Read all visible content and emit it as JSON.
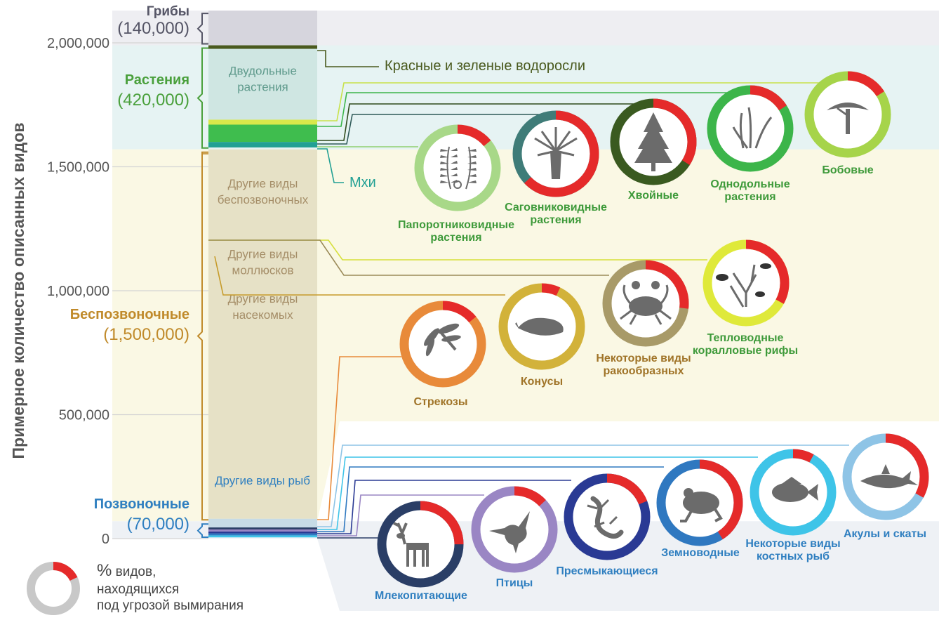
{
  "chart_data": {
    "type": "stacked-bar-with-donuts",
    "ylabel": "Примерное количество описанных видов",
    "ylim": [
      0,
      2160000
    ],
    "yticks": [
      {
        "value": 0,
        "label": "0"
      },
      {
        "value": 500000,
        "label": "500,000"
      },
      {
        "value": 1000000,
        "label": "1,000,000"
      },
      {
        "value": 1500000,
        "label": "1,500,000"
      },
      {
        "value": 2000000,
        "label": "2,000,000"
      }
    ],
    "groups": [
      {
        "id": "fungi",
        "name": "Грибы",
        "count_label": "(140,000)",
        "start": 1990000,
        "end": 2130000,
        "color": "#555566",
        "band_color": "#eeeef2"
      },
      {
        "id": "plants",
        "name": "Растения",
        "count_label": "(420,000)",
        "start": 1570000,
        "end": 1990000,
        "color": "#4aa03c",
        "band_color": "#e6f3f3"
      },
      {
        "id": "invertebrates",
        "name": "Беспозвоночные",
        "count_label": "(1,500,000)",
        "start": 70000,
        "end": 1570000,
        "color": "#c08a2a",
        "band_color": "#faf8e4"
      },
      {
        "id": "vertebrates",
        "name": "Позвоночные",
        "count_label": "(70,000)",
        "start": 0,
        "end": 70000,
        "color": "#2f7fc0",
        "band_color": "#eef1f5"
      }
    ],
    "segments": [
      {
        "label": "Двудольные растения",
        "start": 1690000,
        "end": 1990000,
        "color": "#cfe6e2",
        "text_color": "#5f9a8c"
      },
      {
        "label": "",
        "start": 1670000,
        "end": 1690000,
        "color": "#d9e84a",
        "text_color": ""
      },
      {
        "label": "",
        "start": 1600000,
        "end": 1670000,
        "color": "#3fbd4e",
        "text_color": ""
      },
      {
        "label": "",
        "start": 1578000,
        "end": 1600000,
        "color": "#22a094",
        "text_color": ""
      },
      {
        "label": "Другие виды беспозвоночных",
        "start": 1200000,
        "end": 1570000,
        "color": "#e6e1c6",
        "text_color": "#a58e68"
      },
      {
        "label": "Другие виды моллюсков",
        "start": 1000000,
        "end": 1200000,
        "color": "#e6e1c6",
        "text_color": "#a58e68"
      },
      {
        "label": "Другие виды насекомых",
        "start": 80000,
        "end": 1000000,
        "color": "#e6e1c6",
        "text_color": "#a58e68"
      },
      {
        "label": "Другие виды рыб",
        "start": 45000,
        "end": 80000,
        "color": "#c6dbe6",
        "text_color": "#2f7fc0"
      }
    ],
    "callouts": [
      {
        "label": "Красные и зеленые водоросли",
        "value": 1990000,
        "color": "#4a5a1e"
      },
      {
        "label": "Мхи",
        "value": 1578000,
        "color": "#22a094"
      }
    ],
    "items": [
      {
        "label": "Бобовые",
        "threatened_pct": 16,
        "ring_color": "#a6d44a",
        "icon": "tree-icon"
      },
      {
        "label": "Однодольные растения",
        "threatened_pct": 16,
        "ring_color": "#3cb54a",
        "icon": "grass-icon"
      },
      {
        "label": "Хвойные",
        "threatened_pct": 34,
        "ring_color": "#3a5a20",
        "icon": "conifer-icon"
      },
      {
        "label": "Саговниковидные растения",
        "threatened_pct": 63,
        "ring_color": "#3f7c78",
        "icon": "cycad-icon"
      },
      {
        "label": "Папоротниковидные растения",
        "threatened_pct": 14,
        "ring_color": "#a8d888",
        "icon": "fern-icon"
      },
      {
        "label": "Тепловодные коралловые рифы",
        "threatened_pct": 33,
        "ring_color": "#dfe93a",
        "icon": "coral-icon"
      },
      {
        "label": "Некоторые виды ракообразных",
        "threatened_pct": 27,
        "ring_color": "#a89a68",
        "icon": "crab-icon"
      },
      {
        "label": "Конусы",
        "threatened_pct": 7,
        "ring_color": "#d2b23a",
        "icon": "cone-shell-icon"
      },
      {
        "label": "Стрекозы",
        "threatened_pct": 14,
        "ring_color": "#e88a3a",
        "icon": "dragonfly-icon"
      },
      {
        "label": "Акулы и скаты",
        "threatened_pct": 33,
        "ring_color": "#8ec4e6",
        "icon": "shark-icon"
      },
      {
        "label": "Некоторые виды костных рыб",
        "threatened_pct": 8,
        "ring_color": "#3ec4e8",
        "icon": "fish-icon"
      },
      {
        "label": "Земноводные",
        "threatened_pct": 41,
        "ring_color": "#2f78c0",
        "icon": "frog-icon"
      },
      {
        "label": "Пресмыкающиеся",
        "threatened_pct": 19,
        "ring_color": "#2a3a94",
        "icon": "lizard-icon"
      },
      {
        "label": "Птицы",
        "threatened_pct": 13,
        "ring_color": "#9a86c4",
        "icon": "hummingbird-icon"
      },
      {
        "label": "Млекопитающие",
        "threatened_pct": 25,
        "ring_color": "#2a3e66",
        "icon": "deer-icon"
      }
    ],
    "threat_color": "#e52a2a"
  },
  "legend": {
    "symbol": "%",
    "text_lines": [
      " видов,",
      "находящихся",
      "под угрозой вымирания"
    ],
    "example_pct": 18,
    "ring_color": "#c8c8c8"
  }
}
